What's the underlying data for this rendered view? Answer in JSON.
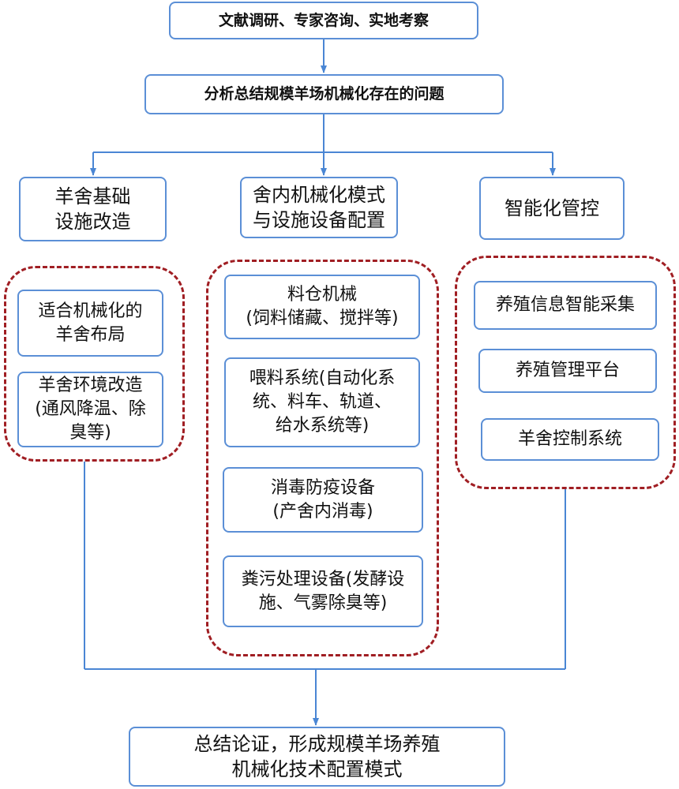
{
  "top": {
    "research": "文献调研、专家咨询、实地考察",
    "analysis": "分析总结规模羊场机械化存在的问题"
  },
  "branches": [
    {
      "title_lines": [
        "羊舍基础",
        "设施改造"
      ],
      "items": [
        {
          "lines": [
            "适合机械化的",
            "羊舍布局"
          ]
        },
        {
          "lines": [
            "羊舍环境改造",
            "(通风降温、除",
            "臭等)"
          ]
        }
      ]
    },
    {
      "title_lines": [
        "舍内机械化模式",
        "与设施设备配置"
      ],
      "items": [
        {
          "lines": [
            "料仓机械",
            "(饲料储藏、搅拌等)"
          ]
        },
        {
          "lines": [
            "喂料系统(自动化系",
            "统、料车、轨道、",
            "给水系统等)"
          ]
        },
        {
          "lines": [
            "消毒防疫设备",
            "(产舍内消毒)"
          ]
        },
        {
          "lines": [
            "粪污处理设备(发酵设",
            "施、气雾除臭等)"
          ]
        }
      ]
    },
    {
      "title_lines": [
        "智能化管控"
      ],
      "items": [
        {
          "lines": [
            "养殖信息智能采集"
          ]
        },
        {
          "lines": [
            "养殖管理平台"
          ]
        },
        {
          "lines": [
            "羊舍控制系统"
          ]
        }
      ]
    }
  ],
  "conclusion_lines": [
    "总结论证，形成规模羊场养殖",
    "机械化技术配置模式"
  ],
  "colors": {
    "box_border": "#5b8fd6",
    "connector": "#4a86d4",
    "group_border": "#a01e23"
  }
}
